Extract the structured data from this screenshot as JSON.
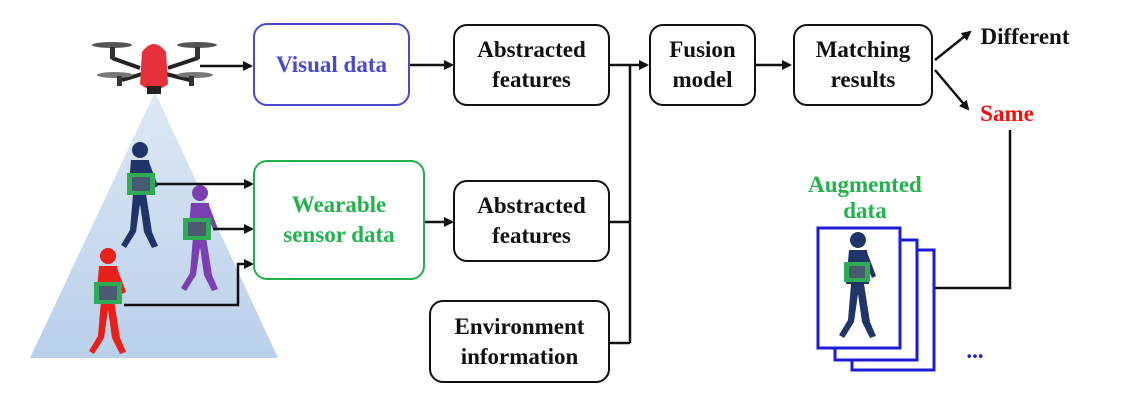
{
  "colors": {
    "visual": "#4a4acb",
    "wearable": "#22b14c",
    "same": "#ee1111",
    "augmented": "#22b14c",
    "stroke": "#111111",
    "cone": "#c9dcef",
    "person_navy": "#1f3469",
    "person_purple": "#7b3fb1",
    "person_red": "#e8201a",
    "drone": "#e8303a"
  },
  "nodes": {
    "visual_data": "Visual data",
    "abstracted_1": [
      "Abstracted",
      "features"
    ],
    "wearable_data": [
      "Wearable",
      "sensor data"
    ],
    "abstracted_2": [
      "Abstracted",
      "features"
    ],
    "environment": [
      "Environment",
      "information"
    ],
    "fusion": [
      "Fusion",
      "model"
    ],
    "matching": [
      "Matching",
      "results"
    ]
  },
  "outputs": {
    "different": "Different",
    "same": "Same"
  },
  "augmented": {
    "title": [
      "Augmented",
      "data"
    ],
    "more": "..."
  },
  "icons": [
    "drone-icon",
    "person-icon",
    "sensor-board-icon"
  ]
}
